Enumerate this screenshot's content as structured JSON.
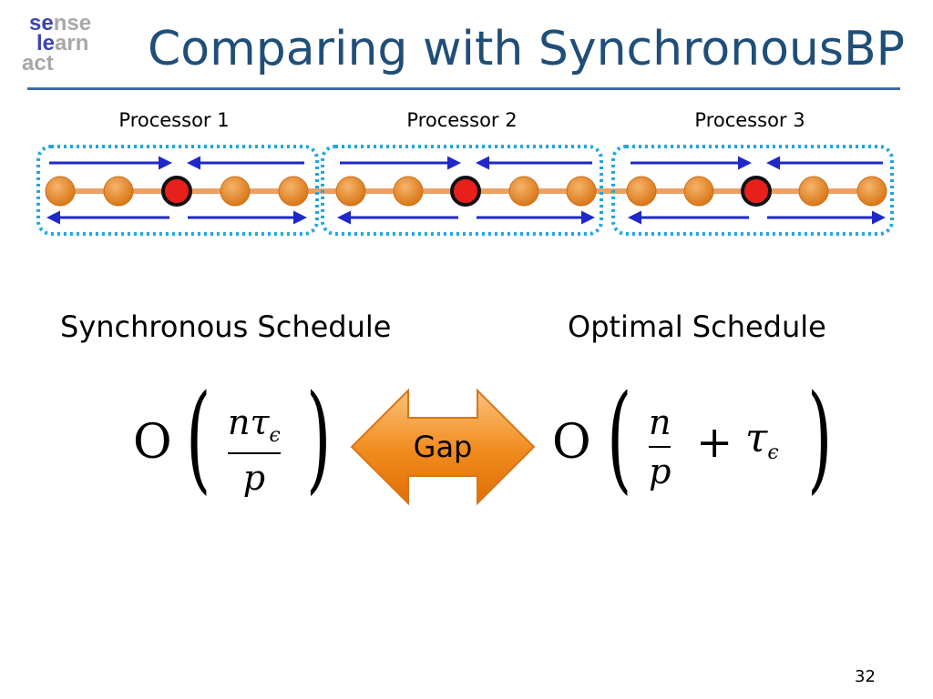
{
  "logo": {
    "lines": [
      "sense",
      "learn",
      "act"
    ]
  },
  "title": "Comparing with SynchronousBP",
  "processors": [
    "Processor 1",
    "Processor 2",
    "Processor 3"
  ],
  "schedules": {
    "left_label": "Synchronous Schedule",
    "right_label": "Optimal Schedule"
  },
  "formulas": {
    "left": {
      "O": "O",
      "numerator": "nτ",
      "numerator_sub": "ϵ",
      "denominator": "p"
    },
    "right": {
      "O": "O",
      "numerator": "n",
      "denominator": "p",
      "plus": "+",
      "tau": "τ",
      "tau_sub": "ϵ"
    }
  },
  "gap_label": "Gap",
  "page_number": "32",
  "colors": {
    "title": "#1f4e79",
    "rule": "#3c6ca3",
    "node_orange": "#e8892b",
    "node_red": "#e8201c",
    "arrow_blue": "#1f28c8",
    "dotted_box": "#1fa6e0",
    "chain_line": "#eba165",
    "gap_arrow": "#f08a1c"
  }
}
